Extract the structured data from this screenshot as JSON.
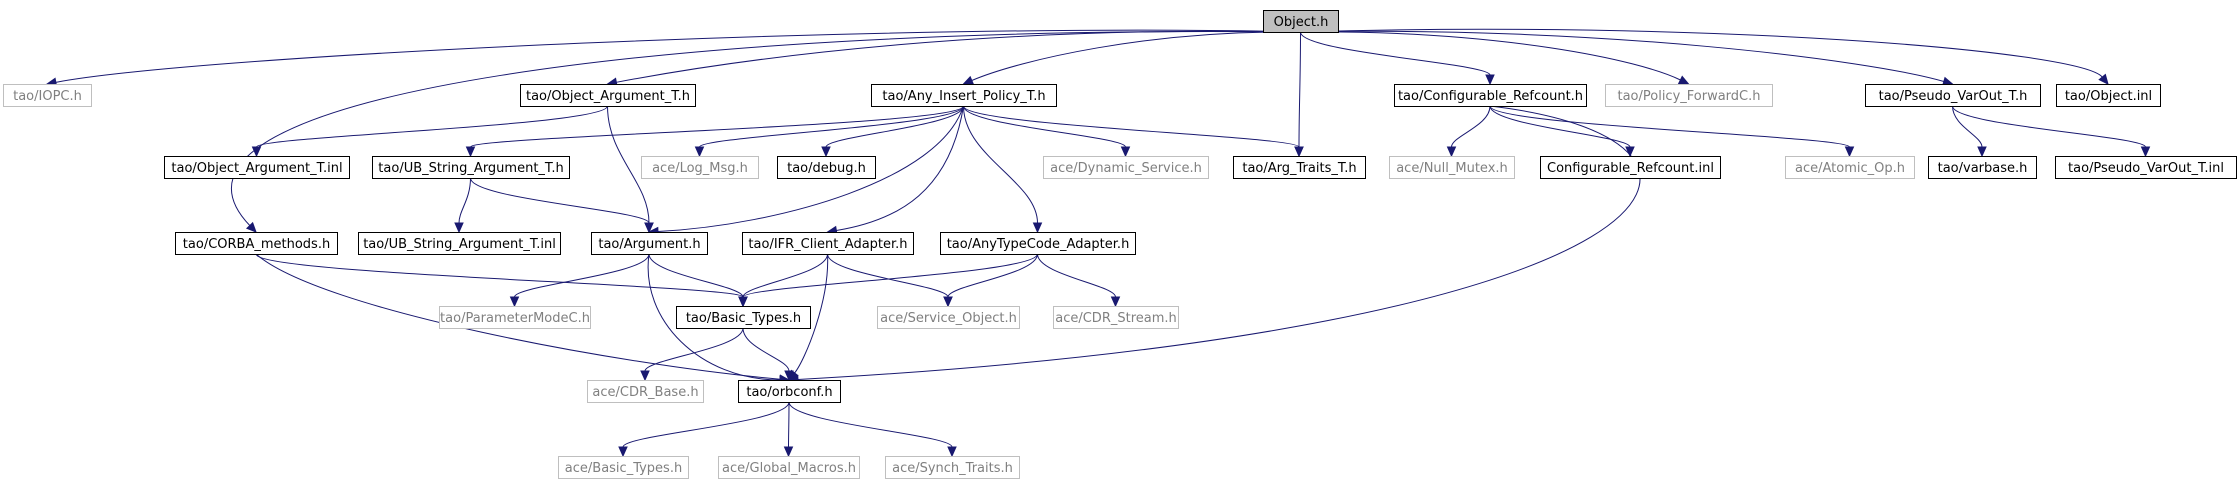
{
  "diagram": {
    "nodes": [
      {
        "id": "object_h",
        "label": "Object.h",
        "style": "root"
      },
      {
        "id": "iopc_h",
        "label": "tao/IOPC.h",
        "style": "missing"
      },
      {
        "id": "object_argument_t_h",
        "label": "tao/Object_Argument_T.h",
        "style": "normal"
      },
      {
        "id": "any_insert_policy_t_h",
        "label": "tao/Any_Insert_Policy_T.h",
        "style": "normal"
      },
      {
        "id": "configurable_refcount_h",
        "label": "tao/Configurable_Refcount.h",
        "style": "normal"
      },
      {
        "id": "policy_forwardc_h",
        "label": "tao/Policy_ForwardC.h",
        "style": "missing"
      },
      {
        "id": "pseudo_varout_t_h",
        "label": "tao/Pseudo_VarOut_T.h",
        "style": "normal"
      },
      {
        "id": "object_inl",
        "label": "tao/Object.inl",
        "style": "normal"
      },
      {
        "id": "object_argument_t_inl",
        "label": "tao/Object_Argument_T.inl",
        "style": "normal"
      },
      {
        "id": "ub_string_argument_t_h",
        "label": "tao/UB_String_Argument_T.h",
        "style": "normal"
      },
      {
        "id": "log_msg_h",
        "label": "ace/Log_Msg.h",
        "style": "missing"
      },
      {
        "id": "debug_h",
        "label": "tao/debug.h",
        "style": "normal"
      },
      {
        "id": "dynamic_service_h",
        "label": "ace/Dynamic_Service.h",
        "style": "missing"
      },
      {
        "id": "arg_traits_t_h",
        "label": "tao/Arg_Traits_T.h",
        "style": "normal"
      },
      {
        "id": "null_mutex_h",
        "label": "ace/Null_Mutex.h",
        "style": "missing"
      },
      {
        "id": "configurable_refcount_inl",
        "label": "Configurable_Refcount.inl",
        "style": "normal"
      },
      {
        "id": "atomic_op_h",
        "label": "ace/Atomic_Op.h",
        "style": "missing"
      },
      {
        "id": "varbase_h",
        "label": "tao/varbase.h",
        "style": "normal"
      },
      {
        "id": "pseudo_varout_t_inl",
        "label": "tao/Pseudo_VarOut_T.inl",
        "style": "normal"
      },
      {
        "id": "ub_string_argument_t_inl",
        "label": "tao/UB_String_Argument_T.inl",
        "style": "normal"
      },
      {
        "id": "corba_methods_h",
        "label": "tao/CORBA_methods.h",
        "style": "normal"
      },
      {
        "id": "argument_h",
        "label": "tao/Argument.h",
        "style": "normal"
      },
      {
        "id": "ifr_client_adapter_h",
        "label": "tao/IFR_Client_Adapter.h",
        "style": "normal"
      },
      {
        "id": "anytypecode_adapter_h",
        "label": "tao/AnyTypeCode_Adapter.h",
        "style": "normal"
      },
      {
        "id": "parametermodec_h",
        "label": "tao/ParameterModeC.h",
        "style": "missing"
      },
      {
        "id": "basic_types_h",
        "label": "tao/Basic_Types.h",
        "style": "normal"
      },
      {
        "id": "service_object_h",
        "label": "ace/Service_Object.h",
        "style": "missing"
      },
      {
        "id": "cdr_stream_h",
        "label": "ace/CDR_Stream.h",
        "style": "missing"
      },
      {
        "id": "cdr_base_h",
        "label": "ace/CDR_Base.h",
        "style": "missing"
      },
      {
        "id": "orbconf_h",
        "label": "tao/orbconf.h",
        "style": "normal"
      },
      {
        "id": "ace_basic_types_h",
        "label": "ace/Basic_Types.h",
        "style": "missing"
      },
      {
        "id": "global_macros_h",
        "label": "ace/Global_Macros.h",
        "style": "missing"
      },
      {
        "id": "synch_traits_h",
        "label": "ace/Synch_Traits.h",
        "style": "missing"
      }
    ],
    "edges": [
      {
        "from": "object_h",
        "to": "iopc_h"
      },
      {
        "from": "object_h",
        "to": "object_argument_t_h"
      },
      {
        "from": "object_h",
        "to": "any_insert_policy_t_h"
      },
      {
        "from": "object_h",
        "to": "configurable_refcount_h"
      },
      {
        "from": "object_h",
        "to": "policy_forwardc_h"
      },
      {
        "from": "object_h",
        "to": "pseudo_varout_t_h"
      },
      {
        "from": "object_h",
        "to": "object_inl"
      },
      {
        "from": "object_h",
        "to": "corba_methods_h"
      },
      {
        "from": "object_h",
        "to": "arg_traits_t_h"
      },
      {
        "from": "object_argument_t_h",
        "to": "object_argument_t_inl"
      },
      {
        "from": "object_argument_t_h",
        "to": "argument_h"
      },
      {
        "from": "any_insert_policy_t_h",
        "to": "ub_string_argument_t_h"
      },
      {
        "from": "any_insert_policy_t_h",
        "to": "log_msg_h"
      },
      {
        "from": "any_insert_policy_t_h",
        "to": "debug_h"
      },
      {
        "from": "any_insert_policy_t_h",
        "to": "dynamic_service_h"
      },
      {
        "from": "any_insert_policy_t_h",
        "to": "arg_traits_t_h"
      },
      {
        "from": "any_insert_policy_t_h",
        "to": "argument_h"
      },
      {
        "from": "any_insert_policy_t_h",
        "to": "ifr_client_adapter_h"
      },
      {
        "from": "any_insert_policy_t_h",
        "to": "anytypecode_adapter_h"
      },
      {
        "from": "configurable_refcount_h",
        "to": "null_mutex_h"
      },
      {
        "from": "configurable_refcount_h",
        "to": "configurable_refcount_inl"
      },
      {
        "from": "configurable_refcount_h",
        "to": "atomic_op_h"
      },
      {
        "from": "configurable_refcount_h",
        "to": "orbconf_h"
      },
      {
        "from": "pseudo_varout_t_h",
        "to": "varbase_h"
      },
      {
        "from": "pseudo_varout_t_h",
        "to": "pseudo_varout_t_inl"
      },
      {
        "from": "ub_string_argument_t_h",
        "to": "ub_string_argument_t_inl"
      },
      {
        "from": "ub_string_argument_t_h",
        "to": "argument_h"
      },
      {
        "from": "corba_methods_h",
        "to": "basic_types_h"
      },
      {
        "from": "corba_methods_h",
        "to": "orbconf_h"
      },
      {
        "from": "argument_h",
        "to": "parametermodec_h"
      },
      {
        "from": "argument_h",
        "to": "basic_types_h"
      },
      {
        "from": "argument_h",
        "to": "orbconf_h"
      },
      {
        "from": "ifr_client_adapter_h",
        "to": "basic_types_h"
      },
      {
        "from": "ifr_client_adapter_h",
        "to": "service_object_h"
      },
      {
        "from": "ifr_client_adapter_h",
        "to": "orbconf_h"
      },
      {
        "from": "anytypecode_adapter_h",
        "to": "basic_types_h"
      },
      {
        "from": "anytypecode_adapter_h",
        "to": "service_object_h"
      },
      {
        "from": "anytypecode_adapter_h",
        "to": "cdr_stream_h"
      },
      {
        "from": "basic_types_h",
        "to": "cdr_base_h"
      },
      {
        "from": "basic_types_h",
        "to": "orbconf_h"
      },
      {
        "from": "orbconf_h",
        "to": "ace_basic_types_h"
      },
      {
        "from": "orbconf_h",
        "to": "global_macros_h"
      },
      {
        "from": "orbconf_h",
        "to": "synch_traits_h"
      }
    ],
    "colors": {
      "edge": "#191970",
      "normal_border": "#000000",
      "normal_text": "#000000",
      "missing_border": "#bfbfbf",
      "missing_text": "#808080",
      "root_fill": "#bfbfbf",
      "background": "#ffffff"
    }
  }
}
